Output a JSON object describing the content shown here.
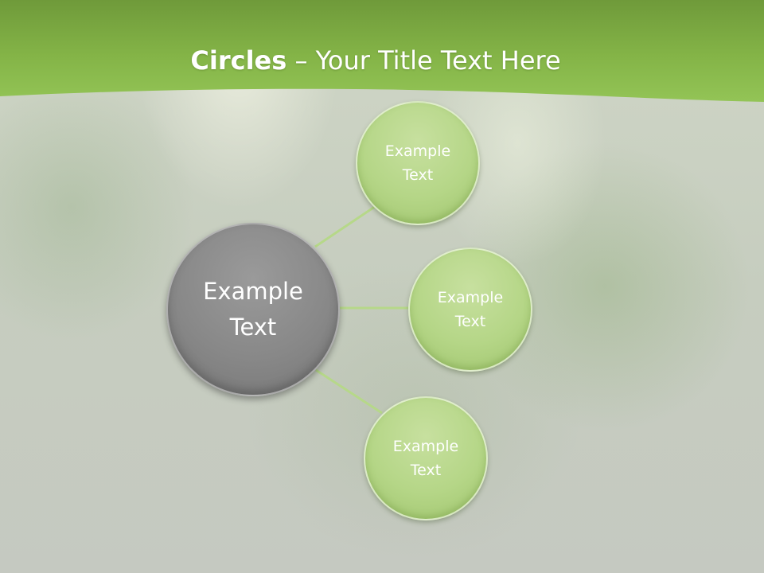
{
  "title": {
    "bold": "Circles",
    "dash": " – ",
    "rest": "Your Title Text Here"
  },
  "colors": {
    "banner_green": "#8dba4d",
    "connector_green": "#b6d889",
    "main_circle": "#888888",
    "small_circle": "#b5d687"
  },
  "main_circle": {
    "line1": "Example",
    "line2": "Text"
  },
  "circles": [
    {
      "line1": "Example",
      "line2": "Text"
    },
    {
      "line1": "Example",
      "line2": "Text"
    },
    {
      "line1": "Example",
      "line2": "Text"
    }
  ]
}
